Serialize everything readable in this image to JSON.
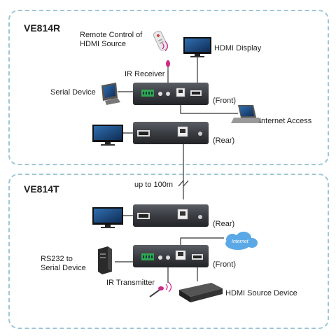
{
  "receiver": {
    "model": "VE814R",
    "labels": {
      "remote": "Remote Control of\nHDMI Source",
      "hdmi_display": "HDMI Display",
      "ir_receiver": "IR Receiver",
      "serial_device": "Serial Device",
      "front": "(Front)",
      "internet": "Internet Access",
      "rear": "(Rear)"
    }
  },
  "cable": {
    "distance": "up to 100m"
  },
  "transmitter": {
    "model": "VE814T",
    "labels": {
      "rear": "(Rear)",
      "internet_cloud": "Internet",
      "rs232": "RS232 to\nSerial Device",
      "front": "(Front)",
      "ir_transmitter": "IR Transmitter",
      "hdmi_source": "HDMI Source Device"
    }
  },
  "colors": {
    "panel_border": "#9fc6d6",
    "device_body": "#3a3d42",
    "connector_green": "#2fa84f",
    "cable": "#333333",
    "cloud": "#5aa9e6",
    "remote_accent": "#cc2a8a"
  }
}
